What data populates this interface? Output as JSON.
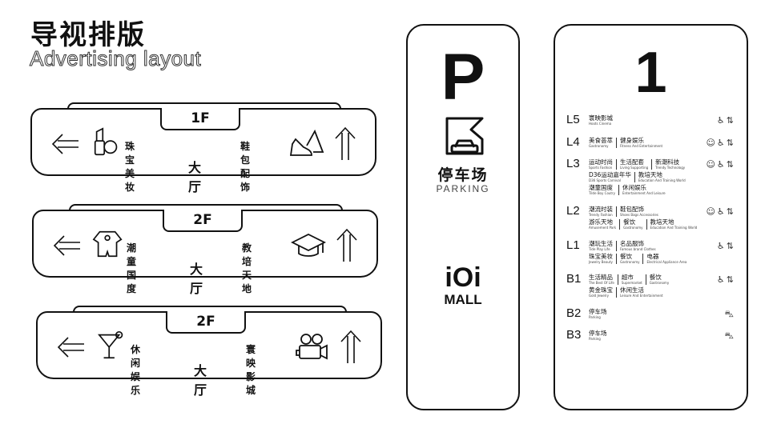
{
  "header": {
    "title": "导视排版",
    "subtitle": "Advertising layout"
  },
  "signs": [
    {
      "floor": "1F",
      "left_label": "珠宝美妆",
      "right_label": "鞋包配饰",
      "hall": "大厅",
      "left_icon": "lipstick-icon",
      "right_icon": "shoe-bag-icon"
    },
    {
      "floor": "2F",
      "left_label": "潮童国度",
      "right_label": "教培天地",
      "hall": "大厅",
      "left_icon": "baby-clothes-icon",
      "right_icon": "graduation-cap-icon"
    },
    {
      "floor": "2F",
      "left_label": "休闲娱乐",
      "right_label": "寰映影城",
      "hall": "大厅",
      "left_icon": "cocktail-icon",
      "right_icon": "movie-camera-icon"
    }
  ],
  "parking_sign": {
    "letter": "P",
    "cn": "停车场",
    "en": "PARKING",
    "brand": "iOi",
    "brand_sub": "MALL"
  },
  "directory": {
    "number": "1",
    "floors": [
      {
        "label": "L5",
        "icons": [
          "restroom-icon",
          "elevator-icon"
        ],
        "lines": [
          [
            [
              "寰映影城",
              "Hoots Cinema"
            ]
          ]
        ]
      },
      {
        "label": "L4",
        "icons": [
          "mother-baby-icon",
          "restroom-icon",
          "elevator-icon"
        ],
        "lines": [
          [
            [
              "美食荟萃",
              "Gastronomy"
            ],
            [
              "健身娱乐",
              "Fitness And Entertainment"
            ]
          ]
        ]
      },
      {
        "label": "L3",
        "icons": [
          "mother-baby-icon",
          "restroom-icon",
          "elevator-icon"
        ],
        "lines": [
          [
            [
              "运动时尚",
              "Sports Fashion"
            ],
            [
              "生活配套",
              "Living Supporting"
            ],
            [
              "新潮科技",
              "Trendy Technology"
            ]
          ],
          [
            [
              "D36运动嘉年华",
              "D36 Sports Carnival"
            ],
            [
              "教培天地",
              "Education And Training World"
            ]
          ],
          [
            [
              "潮童国度",
              "Tilde Boy Coutry"
            ],
            [
              "休闲娱乐",
              "Entertainment And Leisure"
            ]
          ]
        ]
      },
      {
        "label": "L2",
        "icons": [
          "mother-baby-icon",
          "restroom-icon",
          "elevator-icon"
        ],
        "lines": [
          [
            [
              "潮流时装",
              "Trendy Fashion"
            ],
            [
              "鞋包配饰",
              "Shoes Bags Accessories"
            ]
          ],
          [
            [
              "游乐天地",
              "Amusement Park"
            ],
            [
              "餐饮",
              "Gastronomy"
            ],
            [
              "教培天地",
              "Education And Training World"
            ]
          ]
        ]
      },
      {
        "label": "L1",
        "icons": [
          "restroom-icon",
          "elevator-icon"
        ],
        "lines": [
          [
            [
              "潮玩生活",
              "Tide Play Life"
            ],
            [
              "名品服饰",
              "Famous brand Clothes"
            ]
          ],
          [
            [
              "珠宝美妆",
              "Jewelry Beauty"
            ],
            [
              "餐饮",
              "Gastronomy"
            ],
            [
              "电器",
              "Electrical Appliance Area"
            ]
          ]
        ]
      },
      {
        "label": "B1",
        "icons": [
          "restroom-icon",
          "elevator-icon"
        ],
        "lines": [
          [
            [
              "生活精品",
              "The Best Of Life"
            ],
            [
              "超市",
              "Supermarket"
            ],
            [
              "餐饮",
              "Gastronomy"
            ]
          ],
          [
            [
              "黄金珠宝",
              "Gold Jewelry"
            ],
            [
              "休闲生活",
              "Leisure And Entertainment"
            ]
          ]
        ]
      },
      {
        "label": "B2",
        "icons": [
          "parking-car-icon"
        ],
        "lines": [
          [
            [
              "停车场",
              "Parking"
            ]
          ]
        ]
      },
      {
        "label": "B3",
        "icons": [
          "parking-car-icon"
        ],
        "lines": [
          [
            [
              "停车场",
              "Parking"
            ]
          ]
        ]
      }
    ]
  }
}
